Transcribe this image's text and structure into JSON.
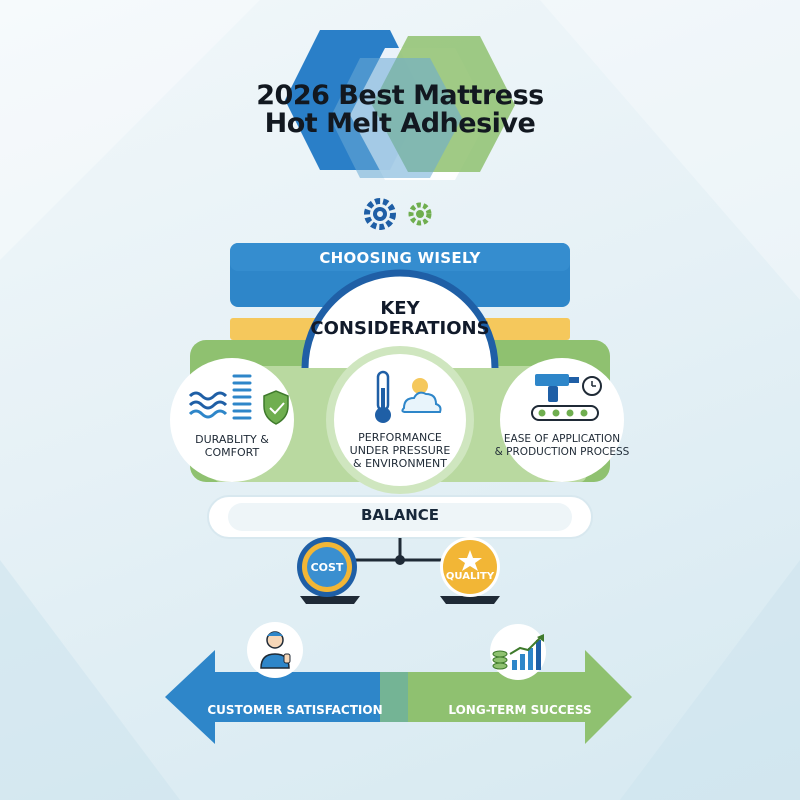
{
  "title_line1": "2026 Best Mattress",
  "title_line2": "Hot Melt Adhesive",
  "banner": "CHOOSING WISELY",
  "key_line1": "KEY",
  "key_line2": "CONSIDERATIONS",
  "factors": [
    {
      "line1": "DURABLITY &",
      "line2": "COMFORT",
      "line3": "",
      "icon": "spring-wave-shield-icon"
    },
    {
      "line1": "PERFORMANCE",
      "line2": "UNDER PRESSURE",
      "line3": "& ENVIRONMENT",
      "icon": "thermometer-weather-icon"
    },
    {
      "line1": "EASE OF APPLICATION",
      "line2": "& PRODUCTION PROCESS",
      "line3": "",
      "icon": "glue-gun-conveyor-icon"
    }
  ],
  "balance": "BALANCE",
  "cost": "COST",
  "quality": "QUALITY",
  "outcomes": {
    "left": "CUSTOMER SATISFACTION",
    "right": "LONG-TERM SUCCESS"
  },
  "colors": {
    "blue": "#2e86c9",
    "dark_blue": "#1f5fa6",
    "green": "#8fc170",
    "light_green": "#b9d9a0",
    "yellow": "#f5c85c",
    "coin_gold": "#f2b636"
  }
}
